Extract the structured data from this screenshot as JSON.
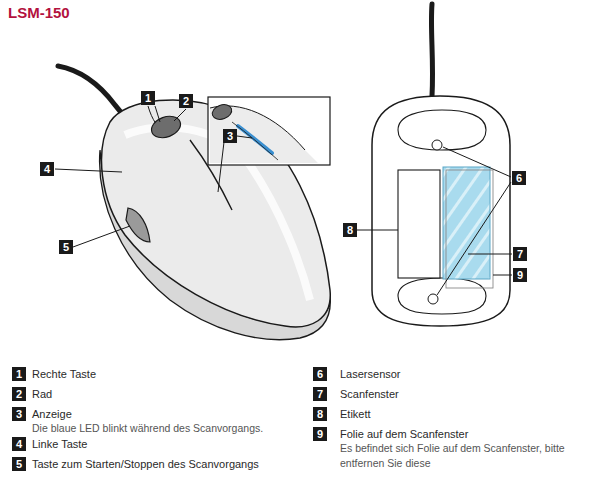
{
  "diagram": {
    "title": "LSM-150",
    "labels": [
      "1",
      "2",
      "3",
      "4",
      "5",
      "6",
      "7",
      "8",
      "9",
      "1",
      "Rechte Taste",
      "2",
      "Rad",
      "3",
      "Anzeige",
      "Die blaue LED blinkt während des Scanvorgangs.",
      "4",
      "Linke Taste",
      "5",
      "Taste zum Starten/Stoppen des Scanvorgangs",
      "6",
      "Lasersensor",
      "7",
      "Scanfenster",
      "8",
      "Etikett",
      "9",
      "Folie auf dem Scanfenster",
      "Es befindet sich Folie auf dem Scanfenster, bitte entfernen Sie diese"
    ]
  }
}
